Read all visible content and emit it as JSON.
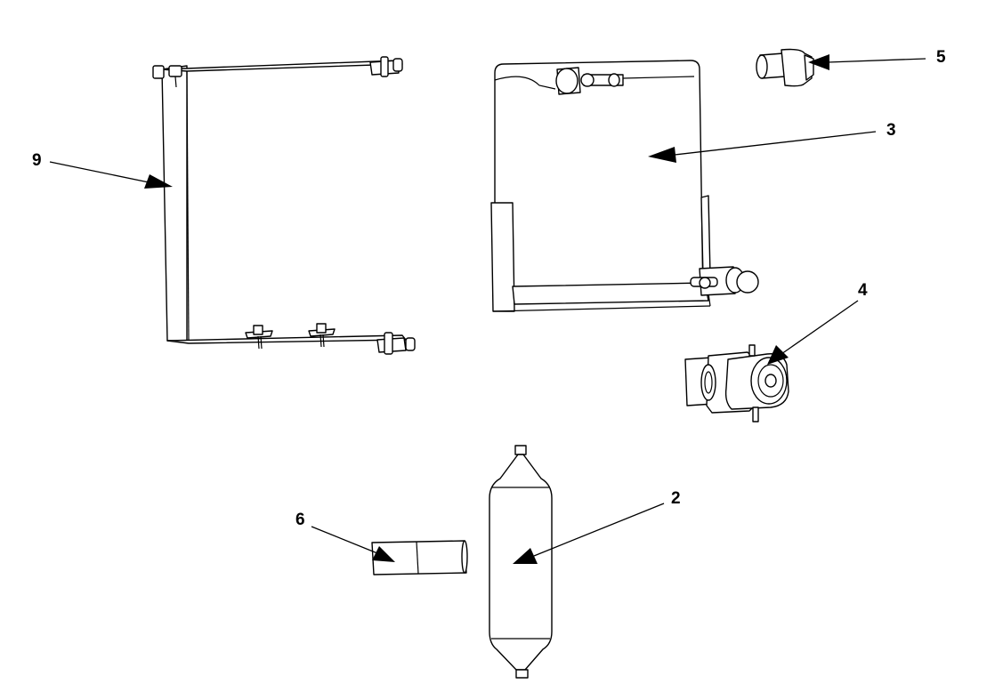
{
  "diagram": {
    "callouts": [
      {
        "id": "9",
        "label": "9"
      },
      {
        "id": "3",
        "label": "3"
      },
      {
        "id": "5",
        "label": "5"
      },
      {
        "id": "4",
        "label": "4"
      },
      {
        "id": "2",
        "label": "2"
      },
      {
        "id": "6",
        "label": "6"
      }
    ],
    "colors": {
      "line": "#000000",
      "background": "#ffffff"
    }
  }
}
